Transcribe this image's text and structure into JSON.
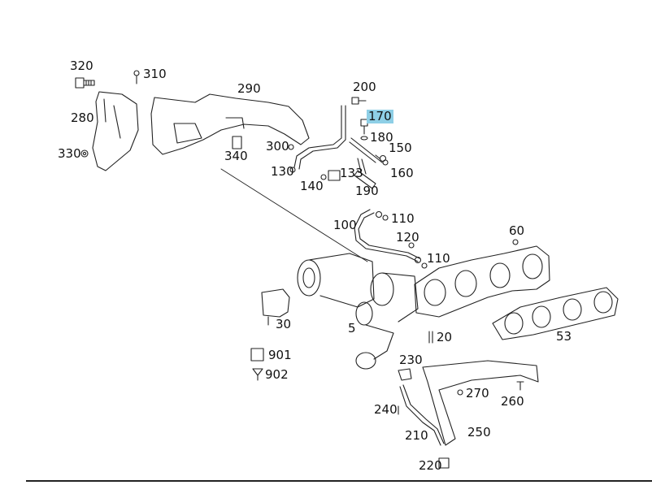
{
  "diagram": {
    "highlight_color": "#8ecfe6",
    "labels": {
      "l320": "320",
      "l310": "310",
      "l290": "290",
      "l280": "280",
      "l330": "330",
      "l340": "340",
      "l300": "300",
      "l200": "200",
      "l170": "170",
      "l180": "180",
      "l150": "150",
      "l160": "160",
      "l130": "130",
      "l133": "133",
      "l140": "140",
      "l190": "190",
      "l100": "100",
      "l110a": "110",
      "l120": "120",
      "l110b": "110",
      "l60": "60",
      "l30": "30",
      "l5": "5",
      "l20": "20",
      "l53": "53",
      "l901": "901",
      "l902": "902",
      "l230": "230",
      "l270": "270",
      "l260": "260",
      "l240": "240",
      "l210": "210",
      "l250": "250",
      "l220": "220"
    }
  }
}
